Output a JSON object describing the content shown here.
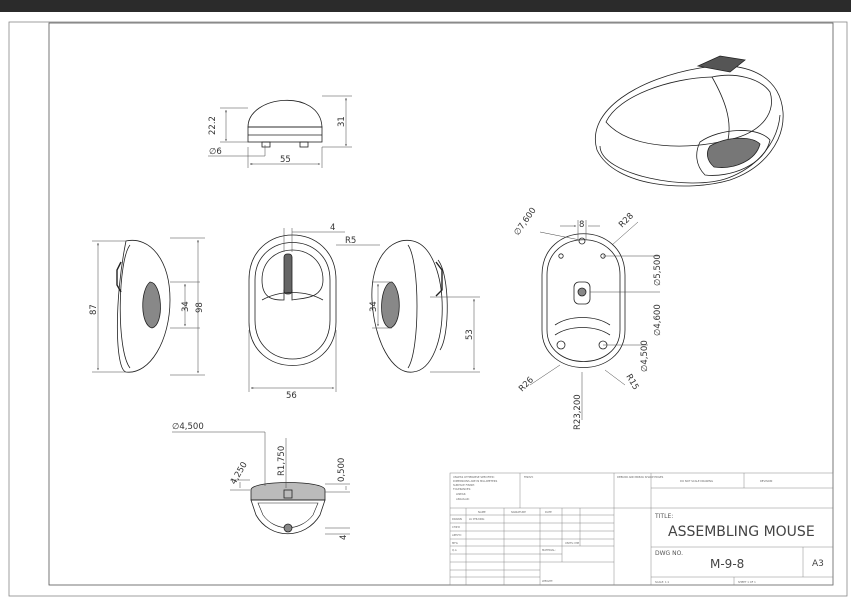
{
  "drawing": {
    "dims": {
      "front_height": "22.2",
      "front_total_height": "31",
      "front_dia": "∅6",
      "front_width": "55",
      "top_slot": "4",
      "top_radius": "R5",
      "top_width": "56",
      "left_length": "87",
      "left_inner": "34",
      "left_total": "98",
      "right_inner": "34",
      "right_height": "53",
      "bottom_dia_top": "∅7,600",
      "bottom_slot": "8",
      "bottom_r28": "R28",
      "bottom_dia_5500": "∅5,500",
      "bottom_dia_4600": "∅4,600",
      "bottom_dia_4500": "∅4,500",
      "bottom_r26": "R26",
      "bottom_r23": "R23,200",
      "bottom_r15": "R15",
      "sec_dia": "∅4,500",
      "sec_r": "R1,750",
      "sec_4250": "4,250",
      "sec_0500": "0,500",
      "sec_4": "4"
    }
  },
  "title_block": {
    "notes": [
      "UNLESS OTHERWISE SPECIFIED:",
      "DIMENSIONS ARE IN MILLIMETERS",
      "SURFACE FINISH:",
      "TOLERANCES:",
      "LINEAR:",
      "ANGULAR:"
    ],
    "finish_label": "FINISH:",
    "deburr_label": "DEBURR AND BREAK SHARP EDGES",
    "do_not_scale": "DO NOT SCALE DRAWING",
    "revision": "REVISION",
    "col_name": "NAME",
    "col_signature": "SIGNATURE",
    "col_date": "DATE",
    "rows": [
      "DRAWN",
      "CHK'D",
      "APPV'D",
      "MFG",
      "Q.A"
    ],
    "drawn_name": "LU PHUONG",
    "unit_label": "UNITS: MM",
    "material_label": "MATERIAL:",
    "weight_label": "WEIGHT:",
    "title_label": "TITLE:",
    "title": "ASSEMBLING MOUSE",
    "dwg_no_label": "DWG NO.",
    "dwg_no": "M-9-8",
    "size": "A3",
    "scale": "SCALE: 1:1",
    "sheet": "SHEET 1 OF 1"
  }
}
